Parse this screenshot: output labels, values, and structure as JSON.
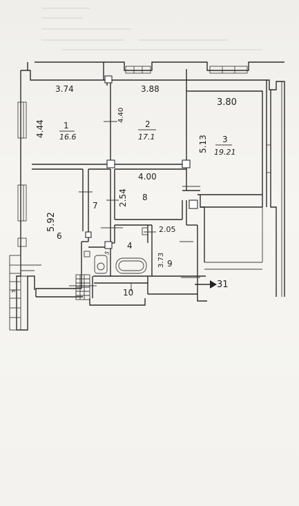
{
  "rooms": [
    {
      "number": "1",
      "area": "16.6",
      "width": "3.74",
      "depth": "4.44"
    },
    {
      "number": "2",
      "area": "17.1",
      "width": "3.88",
      "depth": "4.40"
    },
    {
      "number": "3",
      "area": "19.21",
      "width": "3.80",
      "depth": "5.13"
    },
    {
      "number": "4"
    },
    {
      "number": "5"
    },
    {
      "number": "6",
      "depth": "5.92"
    },
    {
      "number": "7"
    },
    {
      "number": "8",
      "width": "4.00",
      "depth": "2.54"
    },
    {
      "number": "9",
      "width": "2.05",
      "depth": "3.73"
    },
    {
      "number": "10"
    }
  ],
  "annotations": {
    "entry_mark": "31",
    "stair_mark": "5"
  }
}
